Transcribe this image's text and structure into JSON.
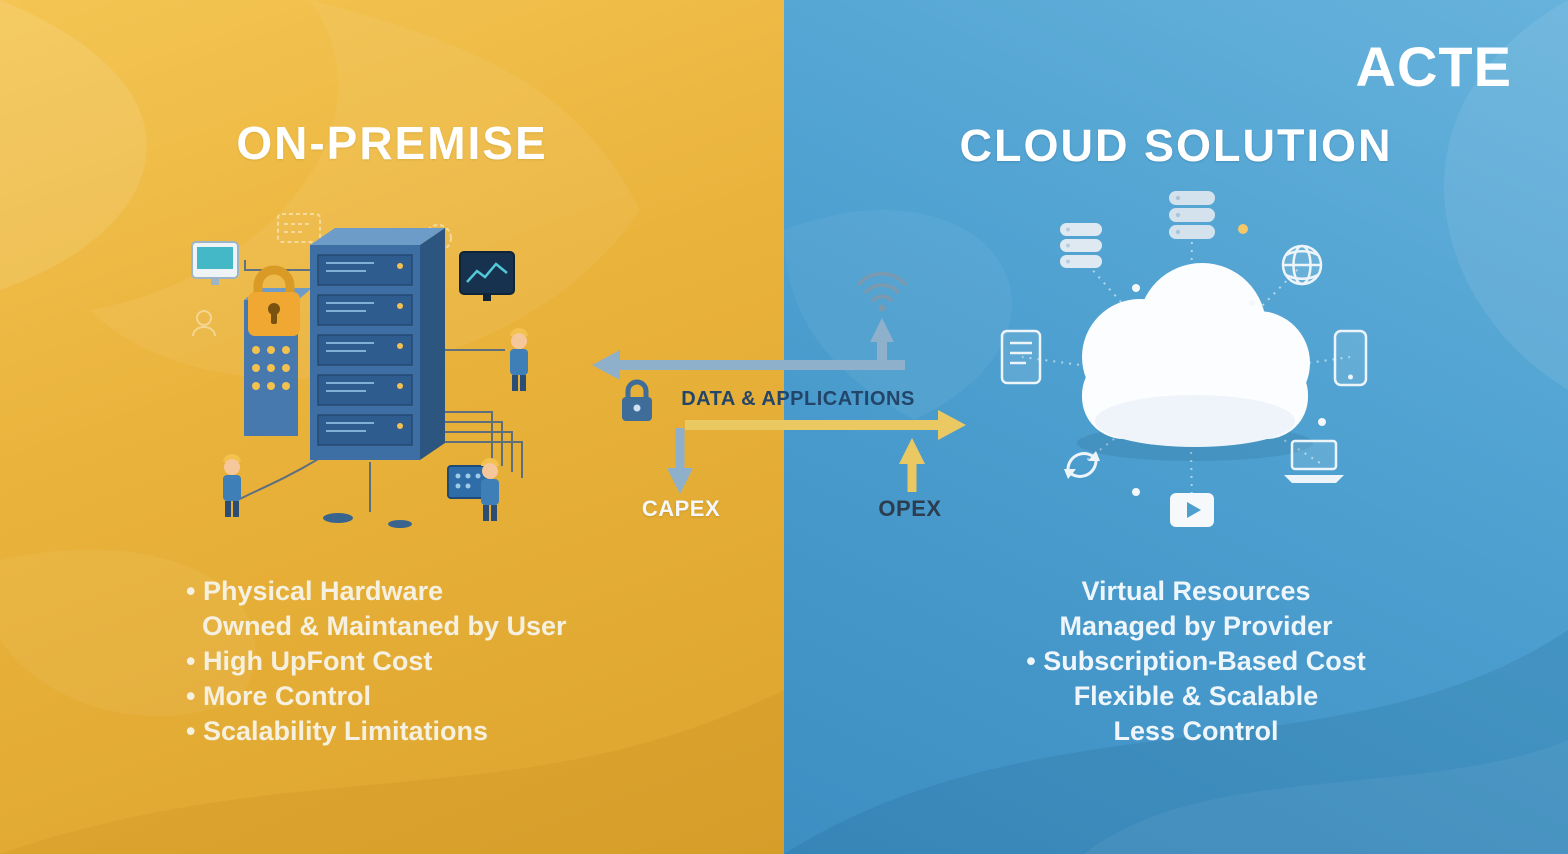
{
  "logo": "ACTE",
  "left": {
    "title": "ON-PREMISE",
    "bullets": [
      {
        "text": "Physical Hardware"
      },
      {
        "text": "Owned & Maintaned by User"
      },
      {
        "text": "High UpFont Cost"
      },
      {
        "text": "More Control"
      },
      {
        "text": "Scalability Limitations"
      }
    ]
  },
  "right": {
    "title": "CLOUD SOLUTION",
    "bullets": [
      {
        "text": "Virtual Resources"
      },
      {
        "text": "Managed by Provider"
      },
      {
        "text": "Subscription-Based Cost"
      },
      {
        "text": "Flexible & Scalable"
      },
      {
        "text": "Less Control"
      }
    ]
  },
  "center": {
    "data_label": "DATA & APPLICATIONS",
    "capex_label": "CAPEX",
    "opex_label": "OPEX"
  },
  "colors": {
    "left_bg": "#E9B23A",
    "right_bg": "#4C9FCF",
    "title_text": "#FFFFFF",
    "arrow_blue": "#8FB0CA",
    "arrow_yellow": "#EAC963",
    "label_dark": "#23456A"
  },
  "icons": [
    "server-rack-icon",
    "padlock-icon",
    "monitor-icon",
    "worker-icon",
    "wifi-icon",
    "lock-icon",
    "cloud-icon",
    "database-icon",
    "globe-icon",
    "tablet-icon",
    "smartphone-icon",
    "laptop-icon",
    "sync-icon",
    "video-player-icon"
  ]
}
